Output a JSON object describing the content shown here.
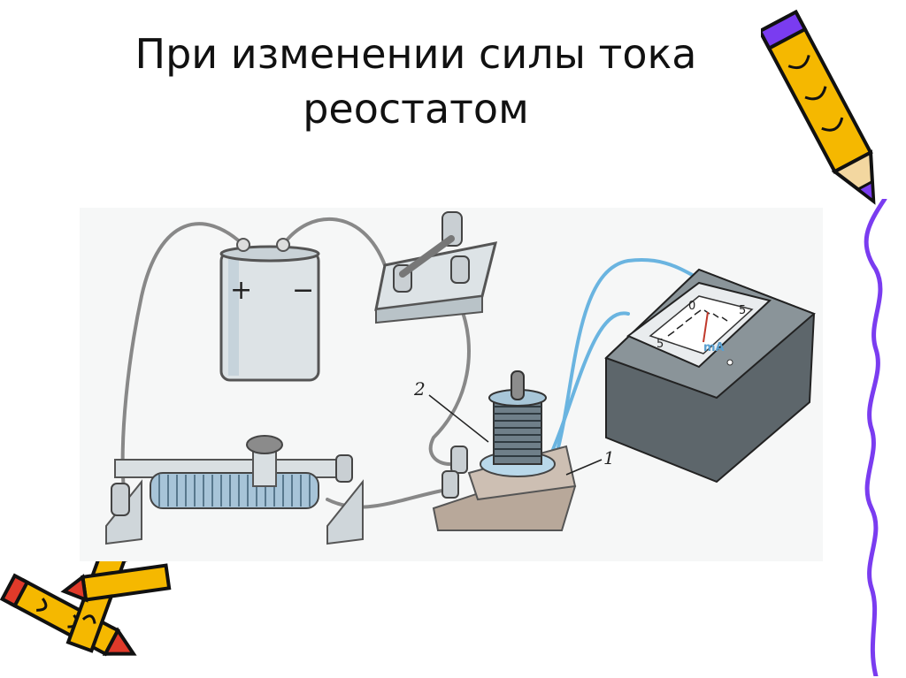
{
  "title": {
    "line1": "При изменении силы тока",
    "line2": "реостатом"
  },
  "diagram": {
    "battery": {
      "plus": "+",
      "minus": "−"
    },
    "labels": {
      "coil": "2",
      "core": "1"
    },
    "meter": {
      "left_mark": "5",
      "zero_mark": "0",
      "right_mark": "5",
      "unit": "mA"
    }
  },
  "colors": {
    "pencil_body": "#f5b800",
    "pencil_outline": "#111111",
    "border_line": "#7a3cf0",
    "wire_blue": "#6ab4e0",
    "metal": "#cfd6da"
  },
  "icons": [
    "pencil-icon",
    "crayon-icon"
  ]
}
